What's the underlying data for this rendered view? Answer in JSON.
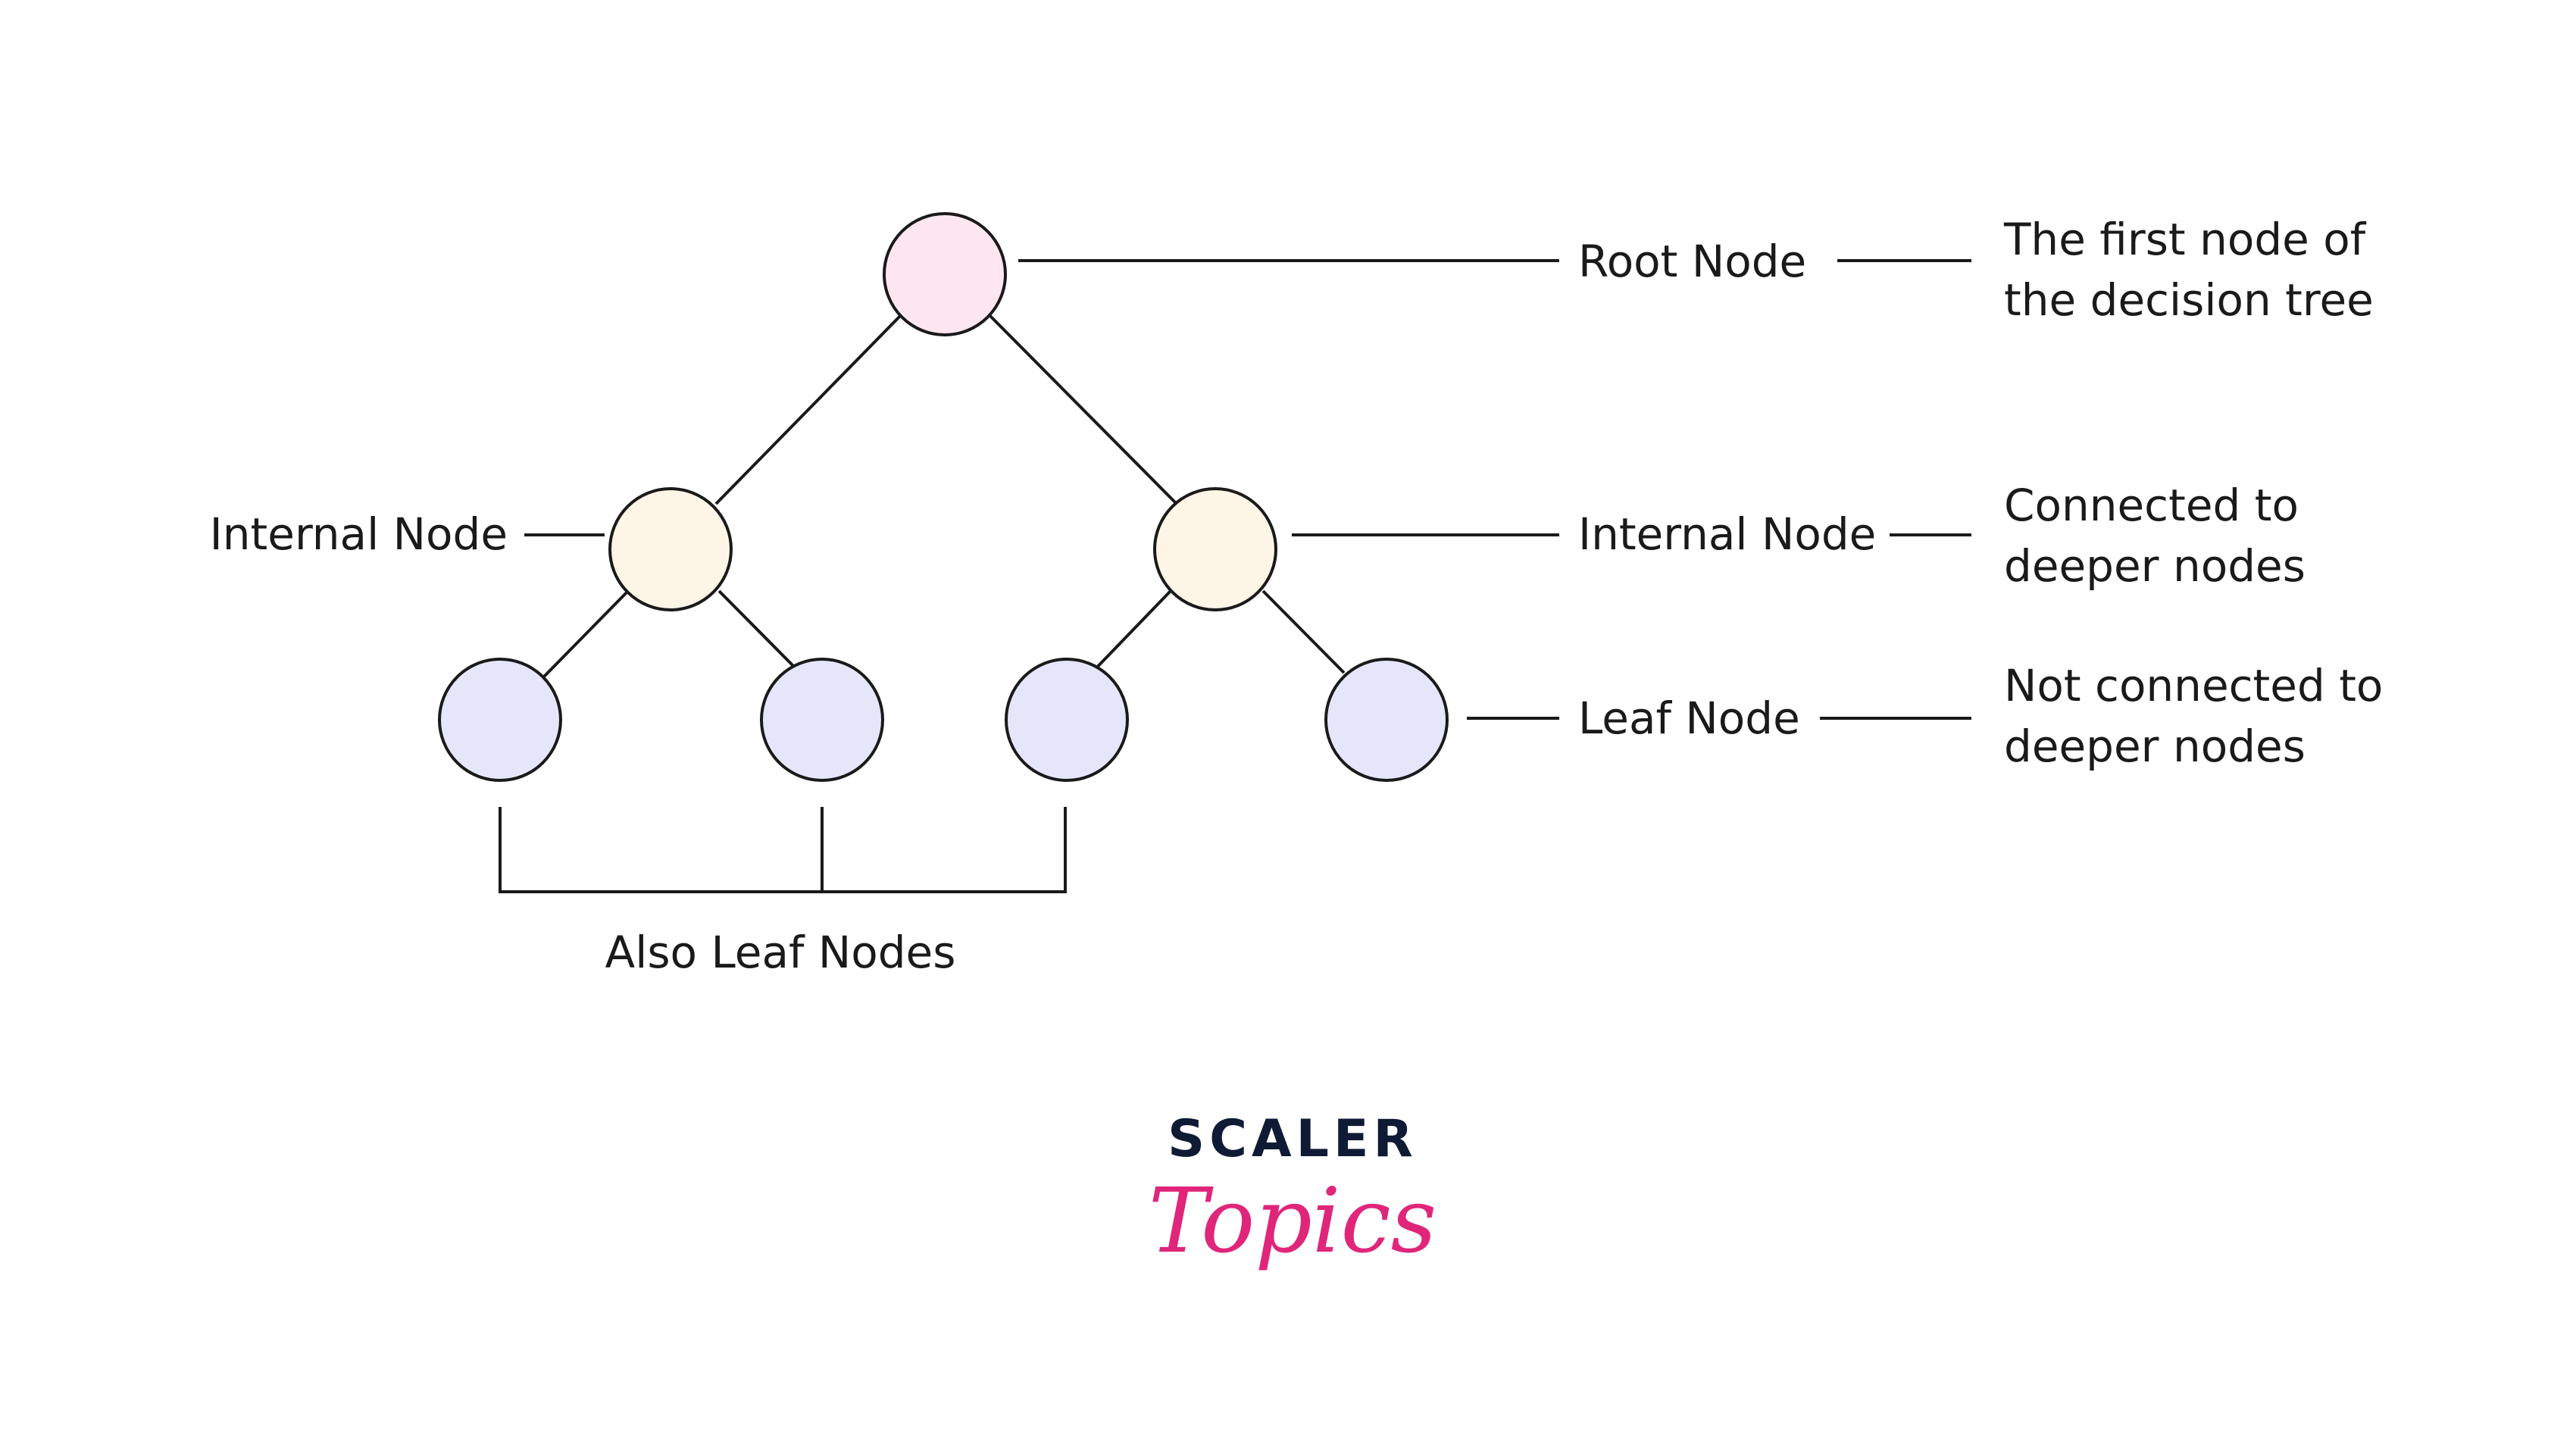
{
  "colors": {
    "root_fill": "#fde6ef",
    "internal_fill": "#fdf5e6",
    "leaf_fill": "#e6e6fb",
    "line": "#1a1a1a",
    "brand_dark": "#0f1b35",
    "brand_pink": "#e0267a"
  },
  "labels": {
    "root": "Root Node",
    "internal_left": "Internal Node",
    "internal_right": "Internal Node",
    "leaf": "Leaf Node",
    "also_leaf": "Also Leaf Nodes"
  },
  "descriptions": {
    "root": [
      "The first node of",
      "the decision tree"
    ],
    "internal": [
      "Connected to",
      "deeper nodes"
    ],
    "leaf": [
      "Not connected to",
      "deeper nodes"
    ]
  },
  "logo": {
    "top": "SCALER",
    "script": "Topics"
  }
}
